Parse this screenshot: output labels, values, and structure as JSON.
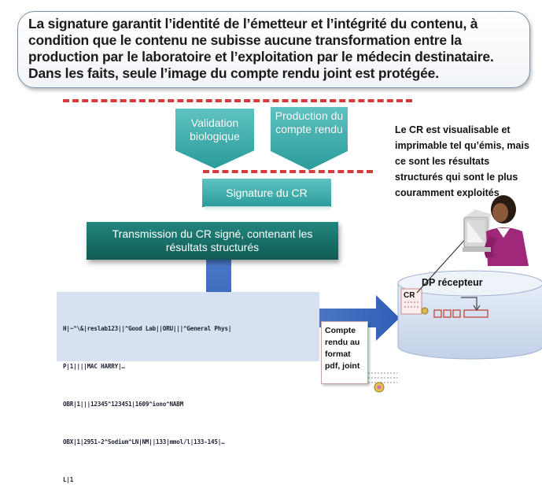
{
  "header": {
    "text": "La signature garantit l’identité de l’émetteur et l’intégrité du contenu, à condition que le contenu ne subisse aucune transformation entre la production par le laboratoire et l’exploitation par le médecin destinataire. Dans les faits, seule l’image du compte rendu joint est protégée."
  },
  "steps": {
    "validation": "Validation biologique",
    "production": "Production du compte rendu",
    "signature": "Signature du CR",
    "transmission": "Transmission  du CR signé, contenant  les résultats structurés"
  },
  "hl7_message": {
    "lines": [
      "H|~^\\&|reslab123||^Good Lab||ORU|||^General Phys|",
      "P|1||||MAC HARRY|…",
      "OBR|1|||12345^123451|1609^iono^NABM",
      "OBX|1|2951-2^Sodium^LN|NM||133|mmol/l|133-145|…",
      "L|1"
    ]
  },
  "right_note": "Le CR est visualisable et imprimable tel qu’émis, mais ce sont les résultats structurés qui sont le plus couramment exploités",
  "receiver": {
    "label": "DP récepteur",
    "cr_label": "CR"
  },
  "attachment_note": "Compte rendu au format pdf, joint",
  "colors": {
    "teal": "#2a9b9b",
    "dark_teal": "#115a55",
    "arrow_blue": "#3f6fc4",
    "dash_red": "#d63a3a"
  }
}
